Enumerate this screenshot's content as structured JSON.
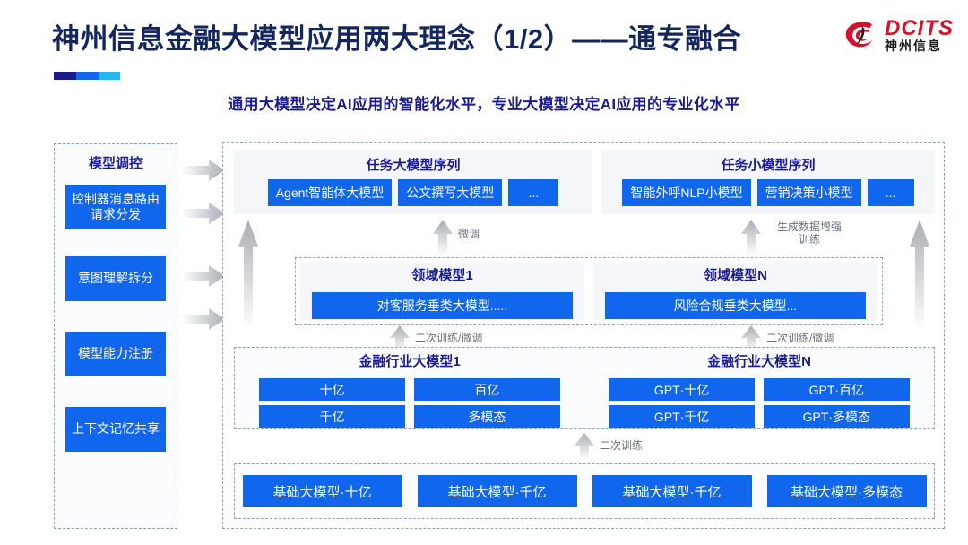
{
  "header": {
    "title": "神州信息金融大模型应用两大理念（1/2）——通专融合",
    "subtitle": "通用大模型决定AI应用的智能化水平，专业大模型决定AI应用的专业化水平",
    "logo_en": "DCITS",
    "logo_cn": "神州信息"
  },
  "colors": {
    "navy": "#13265E",
    "indigo": "#1A1B8E",
    "blue": "#1166EE",
    "red": "#D5122B",
    "cyan": "#22B6EE",
    "arrow_gray": "#BFC3C8"
  },
  "sidebar": {
    "title": "模型调控",
    "items": [
      {
        "label": "控制器消息路由请求分发"
      },
      {
        "label": "意图理解拆分"
      },
      {
        "label": "模型能力注册"
      },
      {
        "label": "上下文记忆共享"
      }
    ]
  },
  "diagram": {
    "task_large": {
      "title": "任务大模型序列",
      "chips": [
        "Agent智能体大模型",
        "公文撰写大模型",
        "..."
      ]
    },
    "task_small": {
      "title": "任务小模型序列",
      "chips": [
        "智能外呼NLP小模型",
        "营销决策小模型",
        "..."
      ]
    },
    "domain_models": [
      {
        "title": "领域模型1",
        "bar": "对客服务垂类大模型....."
      },
      {
        "title": "领域模型N",
        "bar": "风险合规垂类大模型..."
      }
    ],
    "industry_models": [
      {
        "title": "金融行业大模型1",
        "cells": [
          "十亿",
          "百亿",
          "千亿",
          "多模态"
        ]
      },
      {
        "title": "金融行业大模型N",
        "cells": [
          "GPT·十亿",
          "GPT·百亿",
          "GPT·千亿",
          "GPT·多模态"
        ]
      }
    ],
    "base_models": [
      "基础大模型·十亿",
      "基础大模型·千亿",
      "基础大模型·千亿",
      "基础大模型·多模态"
    ],
    "arrow_labels": {
      "fine_tune": "微调",
      "gen_data_aug": "生成数据增强\n训练",
      "retrain_finetune_left": "二次训练/微调",
      "retrain_finetune_right": "二次训练/微调",
      "retrain": "二次训练"
    }
  }
}
